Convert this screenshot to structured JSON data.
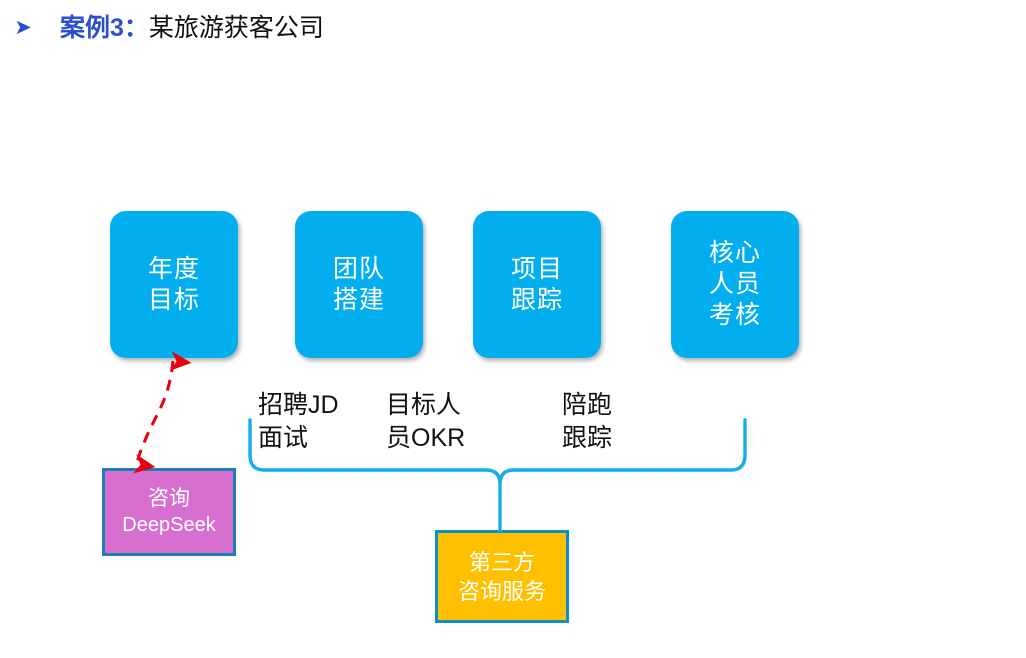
{
  "slide": {
    "title": {
      "bullet_icon": "arrow-bullet-icon",
      "key": "案例3：",
      "value": "某旅游获客公司"
    }
  },
  "colors": {
    "process_fill": "#03AEEF",
    "process_text": "#FFFFFF",
    "orchid_fill": "#D76FD0",
    "orchid_border": "#1B7FB0",
    "amber_fill": "#FFC000",
    "amber_border": "#0B8FC9",
    "brace_stroke": "#16AEE8",
    "arrow_stroke": "#E8000D",
    "title_key": "#2B4FD0",
    "title_value": "#101010"
  },
  "process_boxes": [
    {
      "id": "annual-goal",
      "line1": "年度",
      "line2": "目标",
      "line3": ""
    },
    {
      "id": "team-building",
      "line1": "团队",
      "line2": "搭建",
      "line3": ""
    },
    {
      "id": "project-track",
      "line1": "项目",
      "line2": "跟踪",
      "line3": ""
    },
    {
      "id": "core-staff-eval",
      "line1": "核心",
      "line2": "人员",
      "line3": "考核"
    }
  ],
  "deliverable_labels": [
    {
      "id": "recruit-jd",
      "line1": "招聘JD",
      "line2": "面试"
    },
    {
      "id": "target-okr",
      "line1": "目标人",
      "line2": "员OKR"
    },
    {
      "id": "coach-track",
      "line1": "陪跑",
      "line2": "跟踪"
    }
  ],
  "consult_box": {
    "line1": "咨询",
    "line2": "DeepSeek"
  },
  "third_party_box": {
    "line1": "第三方",
    "line2": "咨询服务"
  }
}
